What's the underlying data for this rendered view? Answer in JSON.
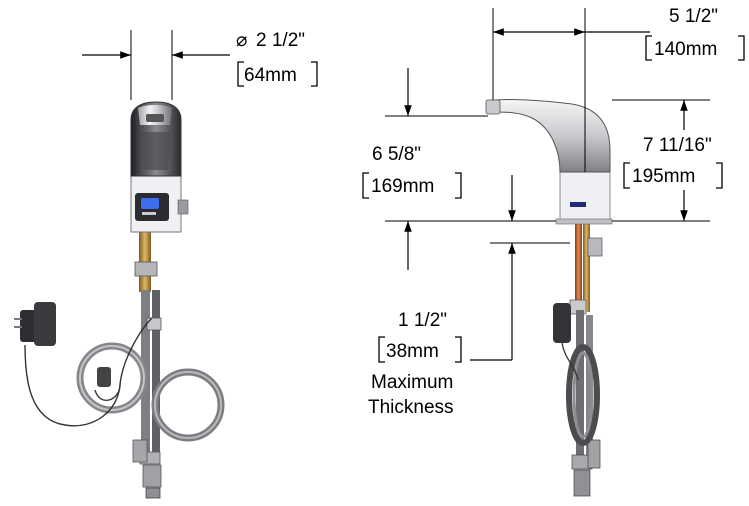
{
  "dimensions": {
    "diameter": {
      "symbol": "⌀",
      "imperial": "2 1/2\"",
      "metric": "64mm"
    },
    "reach": {
      "imperial": "5 1/2\"",
      "metric": "140mm"
    },
    "spout_height": {
      "imperial": "6 5/8\"",
      "metric": "169mm"
    },
    "overall_height": {
      "imperial": "7 11/16\"",
      "metric": "195mm"
    },
    "max_thickness": {
      "imperial": "1 1/2\"",
      "metric": "38mm",
      "caption_line1": "Maximum",
      "caption_line2": "Thickness"
    }
  },
  "colors": {
    "chrome_light": "#e9e9ea",
    "chrome_dark": "#2f3033",
    "sensor_window": "#1d2b78",
    "sensor_button": "#3f6df0",
    "brass": "#b98a3c",
    "copper": "#c15c2a",
    "hose": "#8a8a8a",
    "cable": "#333333"
  }
}
